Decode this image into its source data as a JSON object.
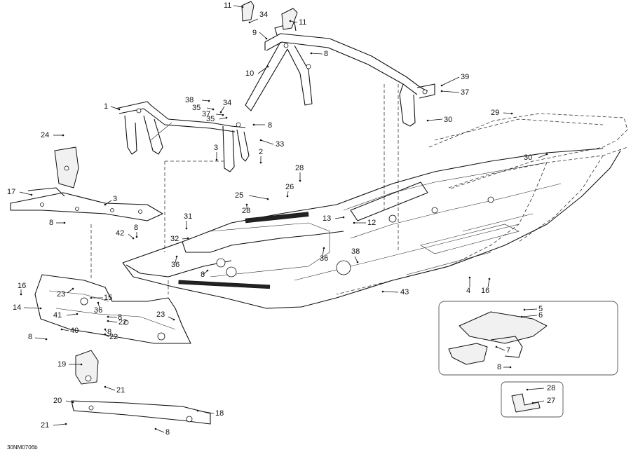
{
  "diagram": {
    "code": "30NM0706b",
    "callouts": [
      {
        "id": "c11a",
        "text": "11"
      },
      {
        "id": "c34a",
        "text": "34"
      },
      {
        "id": "c11b",
        "text": "11"
      },
      {
        "id": "c9",
        "text": "9"
      },
      {
        "id": "c8a",
        "text": "8"
      },
      {
        "id": "c10",
        "text": "10"
      },
      {
        "id": "c39",
        "text": "39"
      },
      {
        "id": "c37a",
        "text": "37"
      },
      {
        "id": "c30a",
        "text": "30"
      },
      {
        "id": "c29",
        "text": "29"
      },
      {
        "id": "c30b",
        "text": "30"
      },
      {
        "id": "c38a",
        "text": "38"
      },
      {
        "id": "c34b",
        "text": "34"
      },
      {
        "id": "c35a",
        "text": "35"
      },
      {
        "id": "c37b",
        "text": "37"
      },
      {
        "id": "c35b",
        "text": "35"
      },
      {
        "id": "c1",
        "text": "1"
      },
      {
        "id": "c8b",
        "text": "8"
      },
      {
        "id": "c33",
        "text": "33"
      },
      {
        "id": "c3a",
        "text": "3"
      },
      {
        "id": "c2",
        "text": "2"
      },
      {
        "id": "c24",
        "text": "24"
      },
      {
        "id": "c28a",
        "text": "28"
      },
      {
        "id": "c26",
        "text": "26"
      },
      {
        "id": "c25",
        "text": "25"
      },
      {
        "id": "c28b",
        "text": "28"
      },
      {
        "id": "c17",
        "text": "17"
      },
      {
        "id": "c3b",
        "text": "3"
      },
      {
        "id": "c13",
        "text": "13"
      },
      {
        "id": "c12",
        "text": "12"
      },
      {
        "id": "c31",
        "text": "31"
      },
      {
        "id": "c8c",
        "text": "8"
      },
      {
        "id": "c8d",
        "text": "8"
      },
      {
        "id": "c42",
        "text": "42"
      },
      {
        "id": "c32",
        "text": "32"
      },
      {
        "id": "c36a",
        "text": "36"
      },
      {
        "id": "c36b",
        "text": "36"
      },
      {
        "id": "c38b",
        "text": "38"
      },
      {
        "id": "c8e",
        "text": "8"
      },
      {
        "id": "c4",
        "text": "4"
      },
      {
        "id": "c16a",
        "text": "16"
      },
      {
        "id": "c43",
        "text": "43"
      },
      {
        "id": "c16b",
        "text": "16"
      },
      {
        "id": "c23a",
        "text": "23"
      },
      {
        "id": "c15",
        "text": "15"
      },
      {
        "id": "c14",
        "text": "14"
      },
      {
        "id": "c36c",
        "text": "36"
      },
      {
        "id": "c41",
        "text": "41"
      },
      {
        "id": "c8f",
        "text": "8"
      },
      {
        "id": "c22a",
        "text": "22"
      },
      {
        "id": "c23b",
        "text": "23"
      },
      {
        "id": "c40",
        "text": "40"
      },
      {
        "id": "c8g",
        "text": "8"
      },
      {
        "id": "c22b",
        "text": "22"
      },
      {
        "id": "c8h",
        "text": "8"
      },
      {
        "id": "c19",
        "text": "19"
      },
      {
        "id": "c21a",
        "text": "21"
      },
      {
        "id": "c20",
        "text": "20"
      },
      {
        "id": "c18",
        "text": "18"
      },
      {
        "id": "c21b",
        "text": "21"
      },
      {
        "id": "c8i",
        "text": "8"
      },
      {
        "id": "c5",
        "text": "5"
      },
      {
        "id": "c6",
        "text": "6"
      },
      {
        "id": "c7",
        "text": "7"
      },
      {
        "id": "c8j",
        "text": "8"
      },
      {
        "id": "c28c",
        "text": "28"
      },
      {
        "id": "c27",
        "text": "27"
      }
    ]
  }
}
